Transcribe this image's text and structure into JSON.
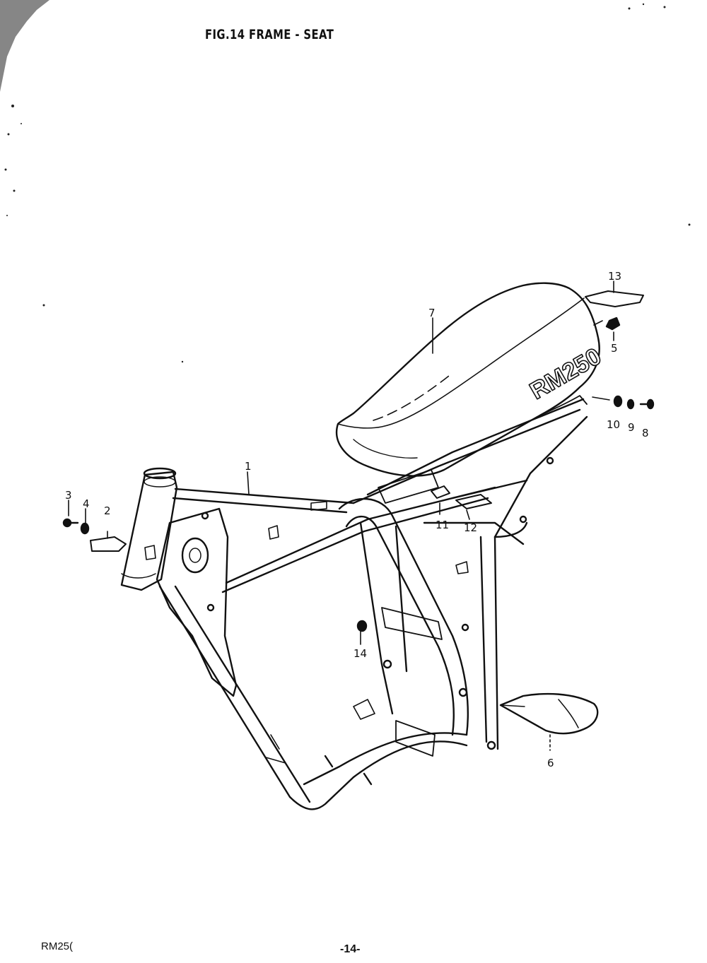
{
  "figure": {
    "title": "FIG.14  FRAME - SEAT",
    "seat_logo": "RM250"
  },
  "callouts": [
    {
      "id": "1",
      "part": "frame"
    },
    {
      "id": "2",
      "part": "clamp"
    },
    {
      "id": "3",
      "part": "bolt"
    },
    {
      "id": "4",
      "part": "washer"
    },
    {
      "id": "5",
      "part": "nut"
    },
    {
      "id": "6",
      "part": "guard"
    },
    {
      "id": "7",
      "part": "seat"
    },
    {
      "id": "8",
      "part": "bolt"
    },
    {
      "id": "9",
      "part": "washer"
    },
    {
      "id": "10",
      "part": "washer"
    },
    {
      "id": "11",
      "part": "clip"
    },
    {
      "id": "12",
      "part": "bracket"
    },
    {
      "id": "13",
      "part": "cushion"
    },
    {
      "id": "14",
      "part": "nut"
    }
  ],
  "footer": {
    "model": "RM25(",
    "page": "-14-"
  }
}
